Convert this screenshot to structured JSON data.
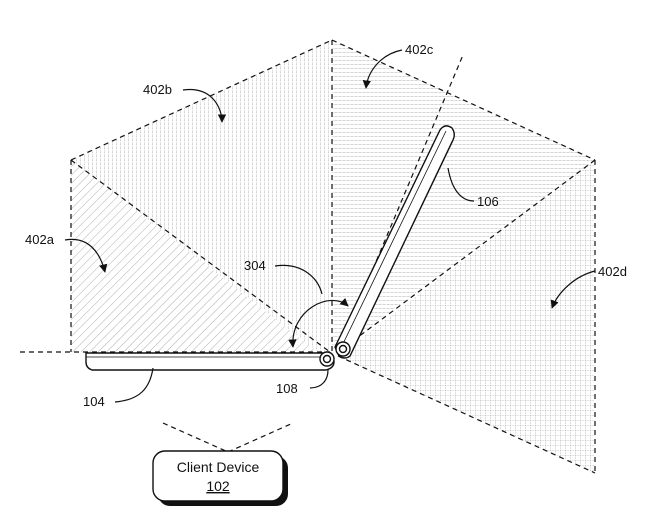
{
  "labels": {
    "region_a": "402a",
    "region_b": "402b",
    "region_c": "402c",
    "region_d": "402d",
    "angle": "304",
    "base_part": "104",
    "display_part": "106",
    "hinge": "108"
  },
  "client_device": {
    "title": "Client Device",
    "number": "102"
  },
  "colors": {
    "line": "#111111",
    "hatch": "#9a9a9a",
    "background": "#ffffff"
  }
}
